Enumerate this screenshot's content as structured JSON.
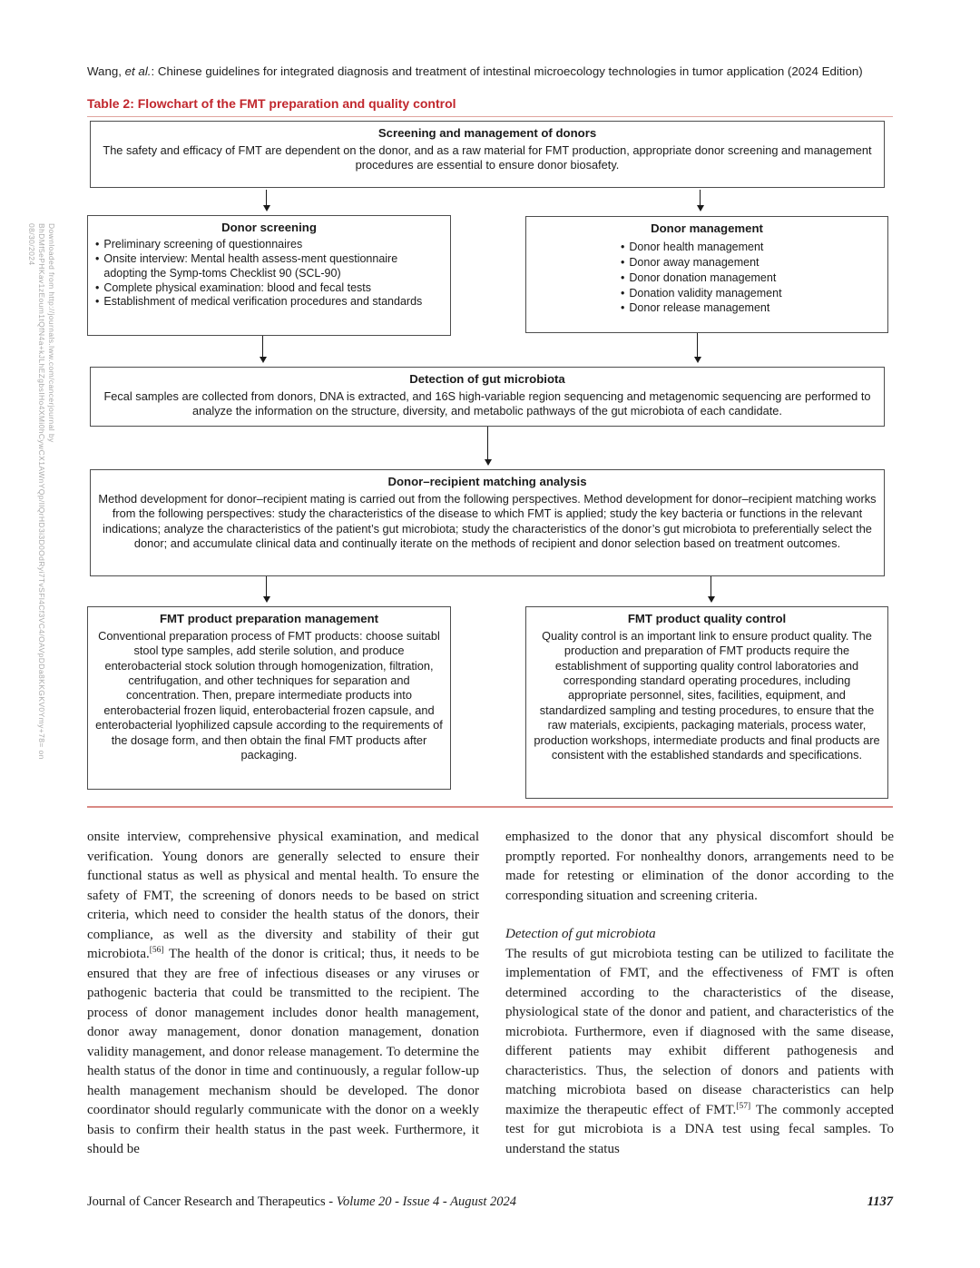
{
  "header": {
    "pre": "Wang, ",
    "etal": "et al.",
    "post": ": Chinese guidelines for integrated diagnosis and treatment of intestinal microecology technologies in tumor application (2024 Edition)"
  },
  "watermark": "Downloaded from http://journals.lww.com/cancerjournal by BhDMf5ePHKav1zEoum1tQfN4a+kJLhEZgbsIHo4XMi0hCywCX1AWnYQp/IlQrHD3i3D0OdRyi7TvSFl4Cf3VC4/OAVpDDa8KKGKV0Ymy+78= on 08/30/2024",
  "table2": {
    "title": "Table 2: Flowchart of the FMT preparation and quality control",
    "top_box": {
      "title": "Screening and management of donors",
      "text": "The safety and efficacy of FMT are dependent on the donor, and as a raw material for FMT production, appropriate donor screening and management procedures are essential to ensure donor biosafety."
    },
    "donor_screening": {
      "title": "Donor screening",
      "items": [
        "Preliminary screening of questionnaires",
        "Onsite interview: Mental health assess-ment questionnaire adopting the Symp-toms Checklist 90 (SCL-90)",
        "Complete physical examination: blood and fecal tests",
        "Establishment of medical verification procedures and standards"
      ]
    },
    "donor_management": {
      "title": "Donor management",
      "items": [
        "Donor health management",
        "Donor away management",
        "Donor donation management",
        "Donation validity management",
        "Donor release management"
      ]
    },
    "detection": {
      "title": "Detection of gut microbiota",
      "text": "Fecal samples are collected from donors, DNA is extracted, and 16S high-variable region sequencing and metagenomic sequencing are performed to analyze the information on the structure, diversity, and metabolic pathways of the gut microbiota of each candidate."
    },
    "matching": {
      "title": "Donor–recipient matching analysis",
      "text": "Method development for donor–recipient mating is carried out from the following perspectives. Method development for donor–recipient matching works from the following perspectives: study the characteristics of the disease to which FMT is applied; study the key bacteria or functions in the relevant indications; analyze the characteristics of the patient’s gut microbiota; study the characteristics of the donor’s gut microbiota to preferentially select the donor; and accumulate clinical data and continually iterate on the methods of recipient and donor selection based on treatment outcomes."
    },
    "prep": {
      "title": "FMT product preparation management",
      "text": "Conventional preparation process of FMT products: choose suitabl stool type samples, add sterile solution, and produce enterobacterial stock solution through homogenization, filtration, centrifugation, and other techniques for separation and concentration. Then, prepare intermediate products into enterobacterial frozen liquid, enterobacterial frozen capsule, and enterobacterial lyophilized capsule according to the requirements of the dosage form, and then obtain the final FMT products after packaging."
    },
    "qc": {
      "title": "FMT product quality control",
      "text": "Quality control is an important link to ensure product quality. The production and preparation of FMT products require the establishment of supporting quality control laboratories and corresponding standard operating procedures, including appropriate personnel, sites, facilities, equipment, and standardized sampling and testing procedures, to ensure that the raw materials, excipients, packaging materials, process water, production workshops, intermediate products and final products are consistent with the established standards and specifications."
    }
  },
  "body": {
    "left_para_a": "onsite interview, comprehensive physical examination, and medical verification. Young donors are generally selected to ensure their functional status as well as physical and mental health. To ensure the safety of FMT, the screening of donors needs to be based on strict criteria, which need to consider the health status of the donors, their compliance, as well as the diversity and stability of their gut microbiota.",
    "left_ref": "[56]",
    "left_para_b": " The health of the donor is critical; thus, it needs to be ensured that they are free of infectious diseases or any viruses or pathogenic bacteria that could be transmitted to the recipient. The process of donor management includes donor health management, donor away management, donor donation management, donation validity management, and donor release management. To determine the health status of the donor in time and continuously, a regular follow-up health management mechanism should be developed. The donor coordinator should regularly communicate with the donor on a weekly basis to confirm their health status in the past week. Furthermore, it should be",
    "right_para1": "emphasized to the donor that any physical discomfort should be promptly reported. For nonhealthy donors, arrangements need to be made for retesting or elimination of the donor according to the corresponding situation and screening criteria.",
    "right_heading": "Detection of gut microbiota",
    "right_para2_a": "The results of gut microbiota testing can be utilized to facilitate the implementation of FMT, and the effectiveness of FMT is often determined according to the characteristics of the disease, physiological state of the donor and patient, and characteristics of the microbiota. Furthermore, even if diagnosed with the same disease, different patients may exhibit different pathogenesis and characteristics. Thus, the selection of donors and patients with matching microbiota based on disease characteristics can help maximize the therapeutic effect of FMT.",
    "right_ref": "[57]",
    "right_para2_b": " The commonly accepted test for gut microbiota is a DNA test using fecal samples. To understand the status"
  },
  "footer": {
    "journal": "Journal of Cancer Research and Therapeutics",
    "issue": " - Volume 20 - Issue 4 - August 2024",
    "page": "1137"
  },
  "colors": {
    "accent_red": "#c1272d",
    "rule_pink": "#d98984"
  }
}
